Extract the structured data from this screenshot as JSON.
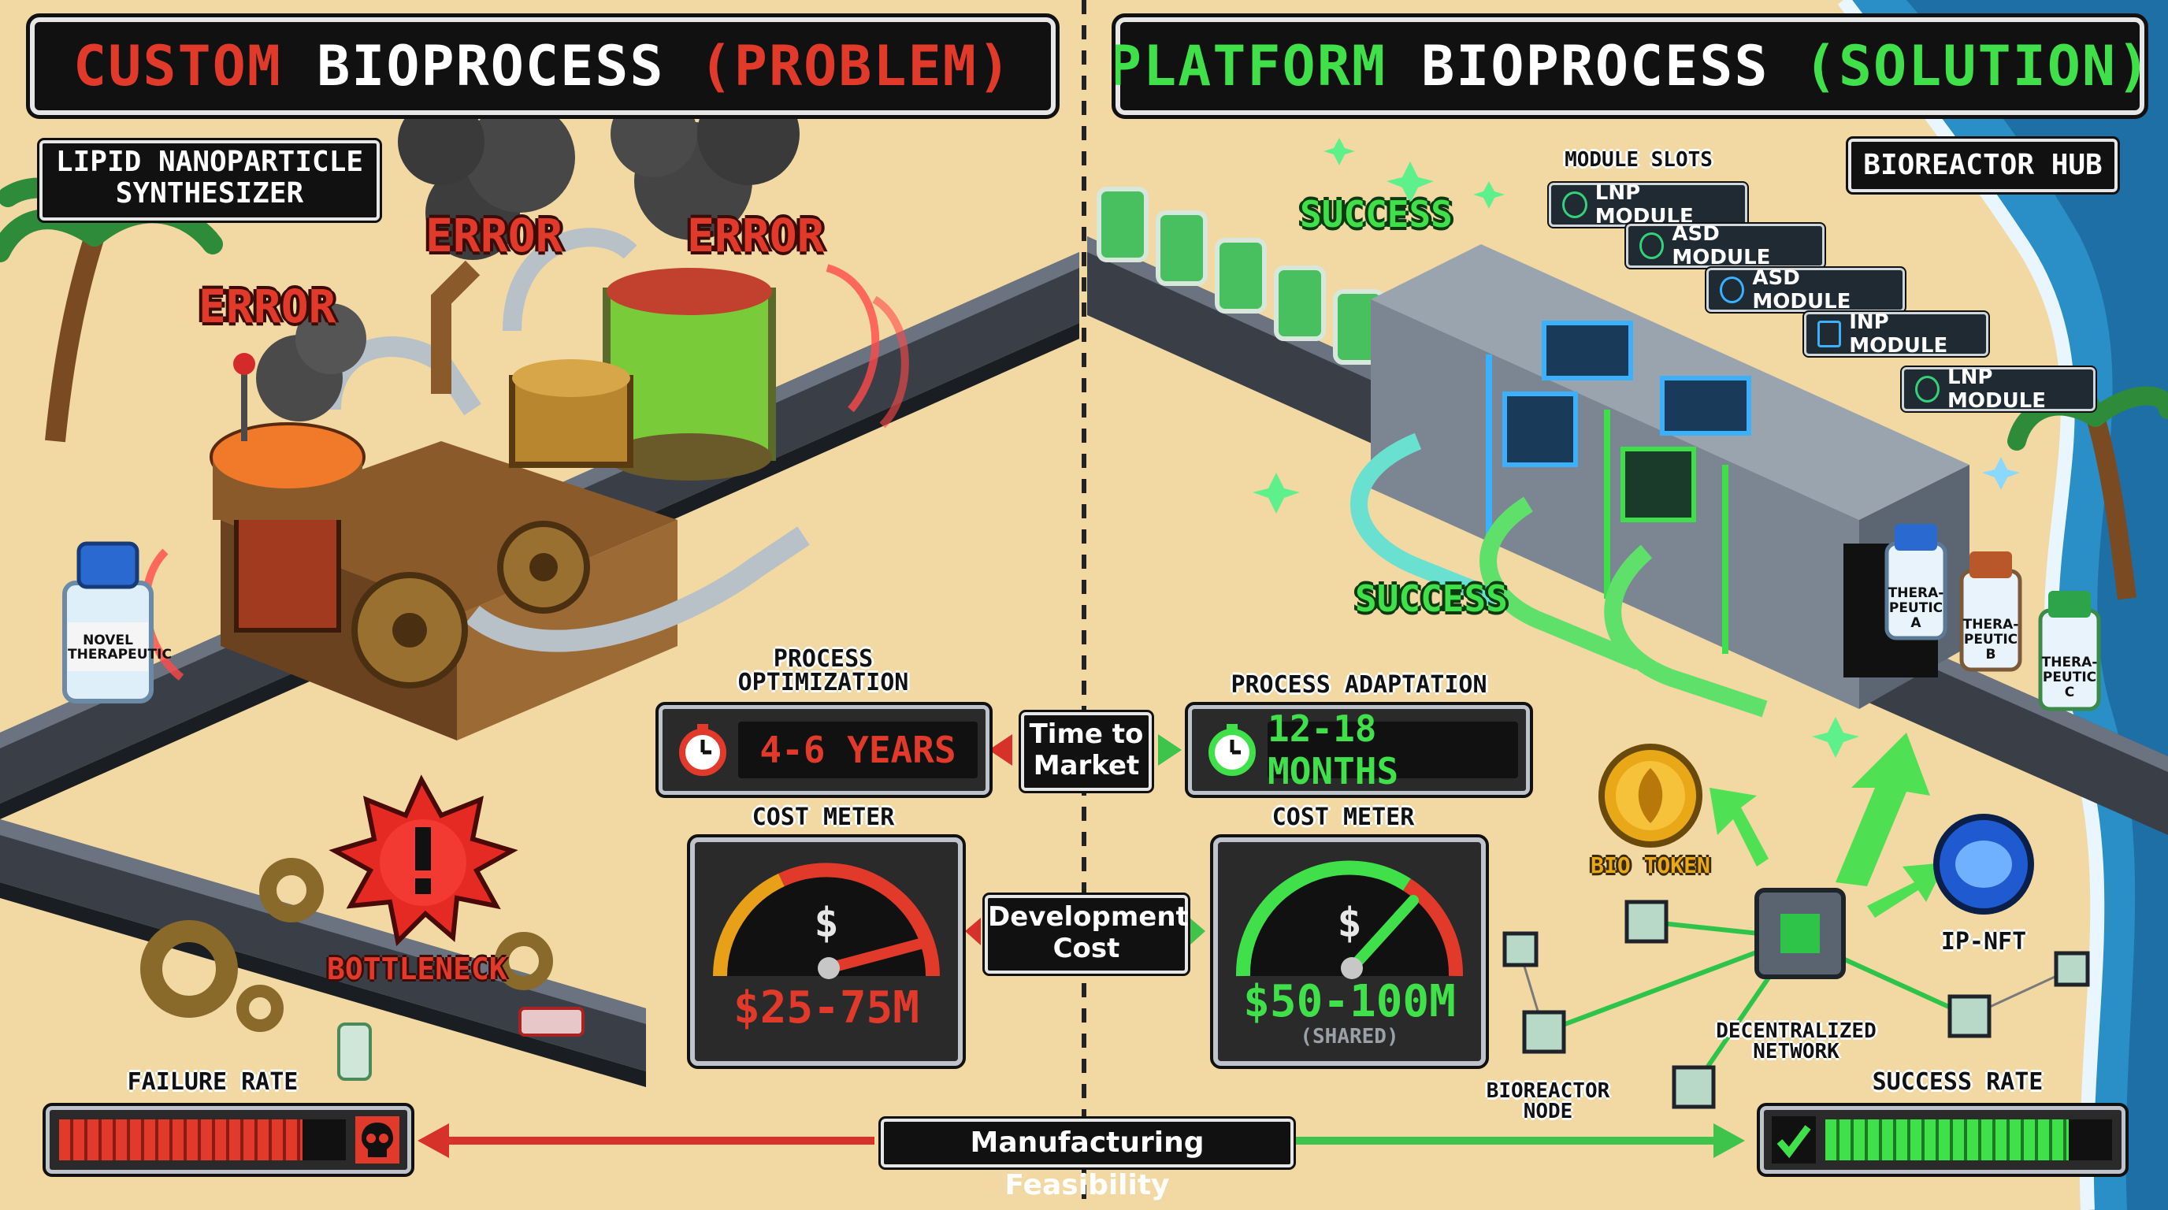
{
  "left_panel": {
    "title_a": "CUSTOM",
    "title_b": "BIOPROCESS",
    "title_c": "(PROBLEM)",
    "synth_label_1": "LIPID NANOPARTICLE",
    "synth_label_2": "SYNTHESIZER",
    "errors": [
      "ERROR",
      "ERROR",
      "ERROR"
    ],
    "vial_label_1": "NOVEL",
    "vial_label_2": "THERAPEUTIC",
    "bottleneck": "BOTTLENECK",
    "process_label_1": "PROCESS",
    "process_label_2": "OPTIMIZATION",
    "time_value": "4-6 YEARS",
    "cost_label": "COST METER",
    "cost_value": "$25-75M",
    "failure_label": "FAILURE RATE",
    "failure_level": 0.85
  },
  "right_panel": {
    "title_a": "PLATFORM",
    "title_b": "BIOPROCESS",
    "title_c": "(SOLUTION)",
    "hub_label": "BIOREACTOR HUB",
    "module_slots_label": "MODULE SLOTS",
    "modules": [
      "LNP MODULE",
      "ASD MODULE",
      "ASD MODULE",
      "INP MODULE",
      "LNP MODULE"
    ],
    "success_labels": [
      "SUCCESS",
      "SUCCESS"
    ],
    "therapeutics": [
      {
        "l1": "THERA-",
        "l2": "PEUTIC",
        "l3": "A"
      },
      {
        "l1": "THERA-",
        "l2": "PEUTIC",
        "l3": "B"
      },
      {
        "l1": "THERA-",
        "l2": "PEUTIC",
        "l3": "C"
      }
    ],
    "process_label": "PROCESS ADAPTATION",
    "time_value": "12-18 MONTHS",
    "cost_label": "COST METER",
    "cost_value": "$50-100M",
    "cost_note": "(SHARED)",
    "bio_token": "BIO TOKEN",
    "ip_nft": "IP-NFT",
    "network_label_1": "DECENTRALIZED",
    "network_label_2": "NETWORK",
    "node_label_1": "BIOREACTOR",
    "node_label_2": "NODE",
    "success_rate_label": "SUCCESS RATE",
    "success_level": 0.85
  },
  "center": {
    "time_to_market_1": "Time to",
    "time_to_market_2": "Market",
    "dev_cost_1": "Development",
    "dev_cost_2": "Cost",
    "feasibility": "Manufacturing Feasibility"
  },
  "colors": {
    "problem_red": "#e23a2a",
    "solution_green": "#3fe04a",
    "sand": "#f2d9a4",
    "ocean": "#2a8fc7"
  }
}
